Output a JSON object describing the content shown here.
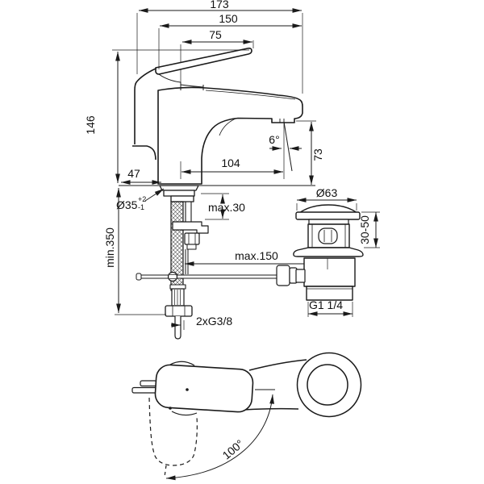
{
  "drawing": {
    "ink_color": "#1a1a1a",
    "background_color": "#ffffff",
    "front_view": {
      "total_width": "173",
      "spout_tip_width": "150",
      "handle_length": "75",
      "body_height": "146",
      "base_front_offset": "47",
      "spout_reach": "104",
      "stream_angle": "6°",
      "spout_height": "73",
      "hole_diameter": "Ø35",
      "hole_tolerance_plus": "+2",
      "hole_tolerance_minus": "-1",
      "deck_thickness": "max.30",
      "hose_min_length": "min.350",
      "rod_max_reach": "max.150",
      "supply_thread": "2xG3/8"
    },
    "waste_view": {
      "cap_diameter": "Ø63",
      "height_range": "30-50",
      "waste_thread": "G1 1/4"
    },
    "top_view": {
      "handle_swivel_angle": "100°"
    }
  }
}
